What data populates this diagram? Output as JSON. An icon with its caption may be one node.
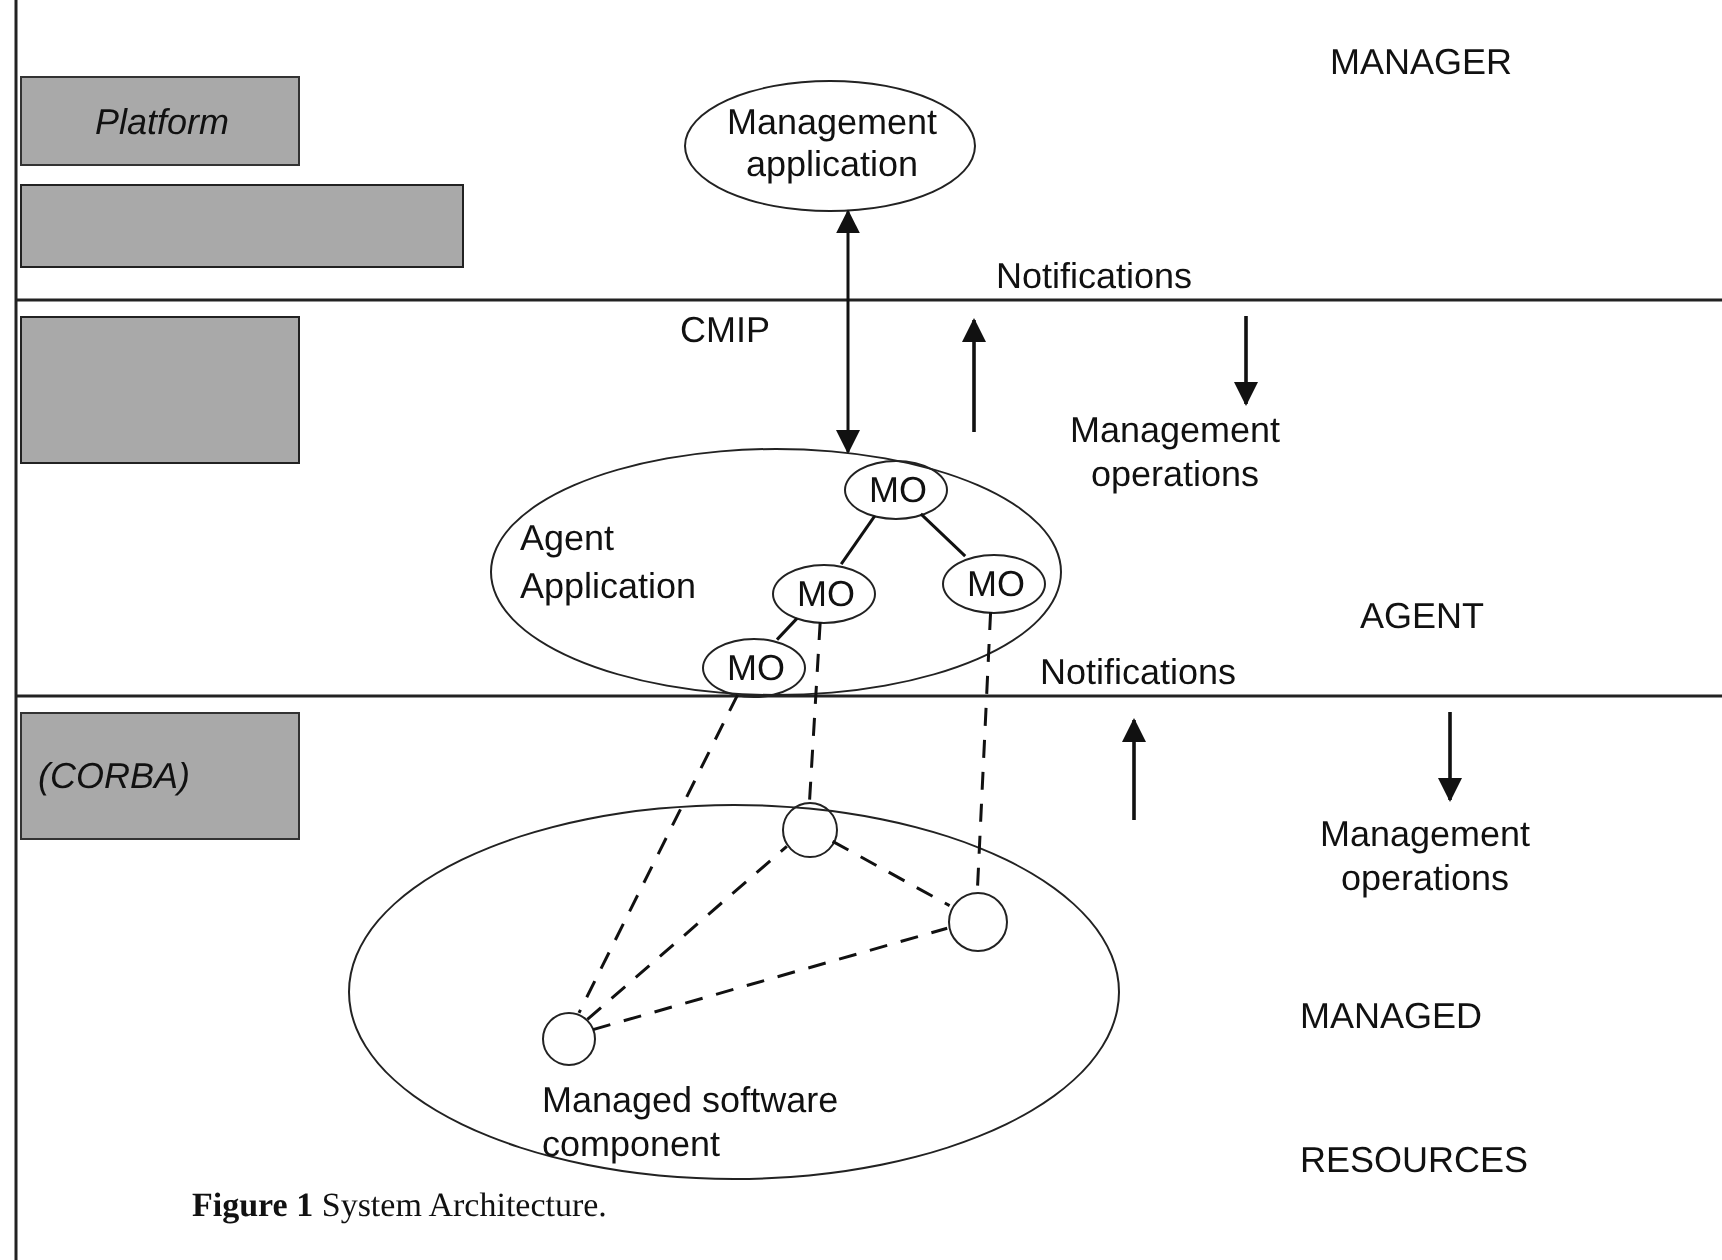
{
  "diagram": {
    "caption": "**Figure 1** System Architecture.",
    "nodes": [
      {
        "text": [
          "Platform"
        ]
      },
      {
        "text": [
          "Management application"
        ]
      },
      {
        "text": [],
        "shape": "box"
      },
      {
        "text": [],
        "shape": "box"
      },
      {
        "text": [
          "Agent Application"
        ]
      },
      {
        "text": [
          "MO"
        ],
        "in": 4
      },
      {
        "text": [
          "MO"
        ],
        "in": 4
      },
      {
        "text": [
          "MO"
        ],
        "in": 4
      },
      {
        "text": [
          "MO"
        ],
        "in": 4
      },
      {
        "text": [
          "(CORBA)"
        ]
      },
      {
        "text": [
          "Managed software component"
        ]
      },
      {
        "text": [],
        "shape": "circle",
        "in": 10
      },
      {
        "text": [],
        "shape": "circle",
        "in": 10
      },
      {
        "text": [],
        "shape": "circle",
        "in": 10
      }
    ],
    "edges": [
      {
        "from": 1,
        "to": 4,
        "arrow": "both",
        "label": "CMIP"
      },
      {
        "from": 5,
        "to": 6,
        "arrow": "none"
      },
      {
        "from": 5,
        "to": 7,
        "arrow": "none"
      },
      {
        "from": 6,
        "to": 8,
        "arrow": "none"
      },
      {
        "from": 6,
        "to": 11,
        "arrow": "none",
        "style": "dashed"
      },
      {
        "from": 7,
        "to": 13,
        "arrow": "none",
        "style": "dashed"
      },
      {
        "from": 8,
        "to": 12,
        "arrow": "none",
        "style": "dashed"
      },
      {
        "from": 12,
        "to": 11,
        "arrow": "none",
        "style": "dashed"
      },
      {
        "from": 11,
        "to": 13,
        "arrow": "none",
        "style": "dashed"
      },
      {
        "from": 12,
        "to": 13,
        "arrow": "none",
        "style": "dashed"
      }
    ],
    "labels": [
      "MANAGER",
      "Notifications",
      "Management operations",
      "AGENT",
      "Notifications",
      "Management operations",
      "MANAGED RESOURCES"
    ]
  }
}
